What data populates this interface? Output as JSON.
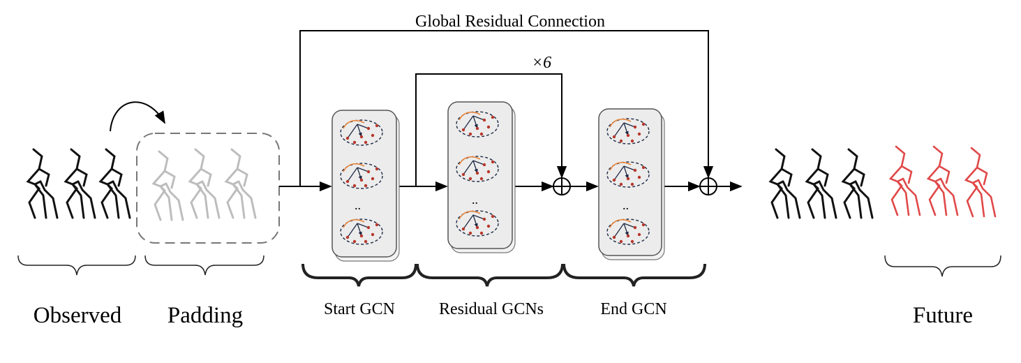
{
  "labels": {
    "global_residual": "Global Residual Connection",
    "repeat": "×6",
    "observed": "Observed",
    "padding": "Padding",
    "start_gcn": "Start GCN",
    "residual_gcns": "Residual GCNs",
    "end_gcn": "End GCN",
    "future": "Future",
    "ellipsis": ".."
  },
  "colors": {
    "observed_pose": "#111111",
    "padding_pose": "#bdbdbd",
    "future_pose": "#e04848",
    "edge_orange": "#e8843a",
    "edge_navy": "#1e2a44",
    "joint_red": "#b8362a"
  }
}
